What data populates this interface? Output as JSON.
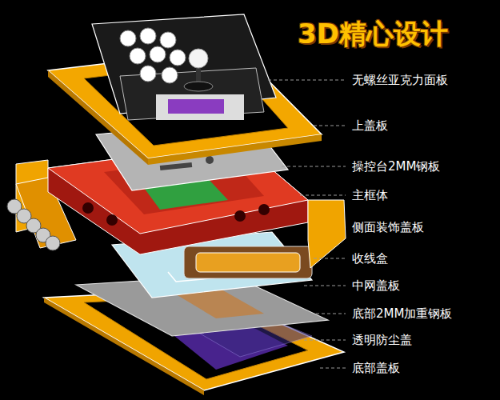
{
  "diagram": {
    "title": "3D精心设计",
    "labels": [
      "无螺丝亚克力面板",
      "上盖板",
      "操控台2MM钢板",
      "主框体",
      "侧面装饰盖板",
      "收线盒",
      "中网盖板",
      "底部2MM加重钢板",
      "透明防尘盖",
      "底部盖板"
    ]
  }
}
